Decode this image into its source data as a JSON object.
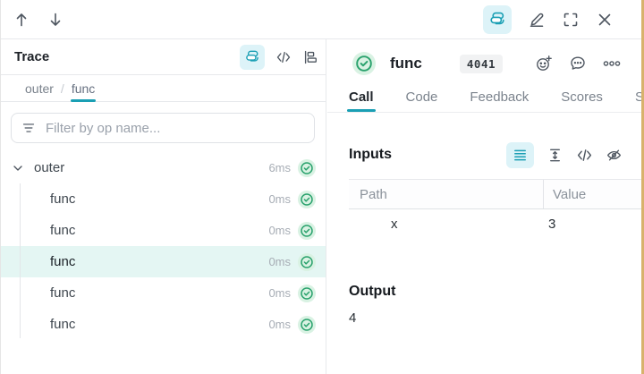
{
  "topbar": {
    "left_icons": [
      {
        "icon": "arrow-up",
        "active": false
      },
      {
        "icon": "arrow-down",
        "active": false
      }
    ],
    "right_icons": [
      {
        "icon": "stacked-cards",
        "active": true
      },
      {
        "icon": "pencil-edit",
        "active": false
      },
      {
        "icon": "fullscreen",
        "active": false
      },
      {
        "icon": "close",
        "active": false
      }
    ]
  },
  "trace_panel": {
    "title": "Trace",
    "toolbar_icons": [
      {
        "icon": "stacked-cards",
        "active": true
      },
      {
        "icon": "code",
        "active": false
      },
      {
        "icon": "flame-graph",
        "active": false
      }
    ],
    "breadcrumb": [
      {
        "label": "outer",
        "active": false
      },
      {
        "label": "func",
        "active": true
      }
    ],
    "breadcrumb_separator": "/",
    "filter_placeholder": "Filter by op name...",
    "tree": [
      {
        "label": "outer",
        "duration": "6ms",
        "level": 0,
        "expanded": true,
        "selected": false,
        "status": "success"
      },
      {
        "label": "func",
        "duration": "0ms",
        "level": 1,
        "selected": false,
        "status": "success"
      },
      {
        "label": "func",
        "duration": "0ms",
        "level": 1,
        "selected": false,
        "status": "success"
      },
      {
        "label": "func",
        "duration": "0ms",
        "level": 1,
        "selected": true,
        "status": "success"
      },
      {
        "label": "func",
        "duration": "0ms",
        "level": 1,
        "selected": false,
        "status": "success"
      },
      {
        "label": "func",
        "duration": "0ms",
        "level": 1,
        "selected": false,
        "status": "success"
      }
    ]
  },
  "call_panel": {
    "status_icon": "check-circle",
    "title": "func",
    "badge": "4041",
    "header_icons": [
      {
        "icon": "add-reaction",
        "active": false
      },
      {
        "icon": "comment",
        "active": false
      },
      {
        "icon": "more-options",
        "active": false
      }
    ],
    "tabs": [
      {
        "label": "Call",
        "active": true
      },
      {
        "label": "Code",
        "active": false
      },
      {
        "label": "Feedback",
        "active": false
      },
      {
        "label": "Scores",
        "active": false
      },
      {
        "label": "S",
        "active": false
      }
    ],
    "inputs": {
      "heading": "Inputs",
      "toolbar_icons": [
        {
          "icon": "list-view",
          "active": true
        },
        {
          "icon": "expand-rows",
          "active": false
        },
        {
          "icon": "code",
          "active": false
        },
        {
          "icon": "hide-empty",
          "active": false
        }
      ],
      "columns": [
        "Path",
        "Value"
      ],
      "rows": [
        {
          "path": "x",
          "value": "3"
        }
      ]
    },
    "output": {
      "heading": "Output",
      "value": "4"
    }
  },
  "colors": {
    "accent_teal": "#1a9fb4",
    "success_green": "#2aa26d",
    "selected_row_bg": "#e4f6f3",
    "icon_chip_bg": "#ddf3f8",
    "right_edge_strip": "#d8b26c"
  }
}
